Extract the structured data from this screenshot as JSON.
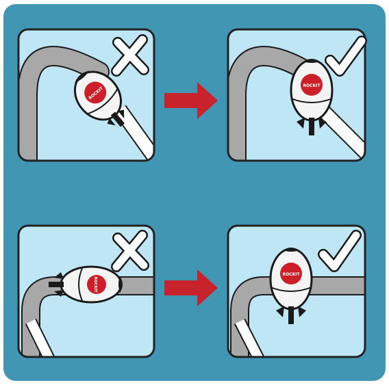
{
  "colors": {
    "frame": "#4196b4",
    "panel_bg": "#bfe6f4",
    "panel_border": "#222222",
    "handle": "#a8a8a8",
    "arrow": "#c8232c",
    "device_body": "#f4f4f4",
    "device_badge": "#cc1f2a",
    "mark_fill": "#ffffff",
    "outline": "#1a1a1a"
  },
  "brand_label": "ROCKIT",
  "panels": [
    {
      "id": "top-left",
      "verdict": "wrong",
      "mark_icon": "cross-mark-icon",
      "mount": "angled"
    },
    {
      "id": "top-right",
      "verdict": "correct",
      "mark_icon": "check-mark-icon",
      "mount": "upright"
    },
    {
      "id": "bottom-left",
      "verdict": "wrong",
      "mark_icon": "cross-mark-icon",
      "mount": "sideways"
    },
    {
      "id": "bottom-right",
      "verdict": "correct",
      "mark_icon": "check-mark-icon",
      "mount": "upright"
    }
  ],
  "arrows": [
    {
      "from": "top-left",
      "to": "top-right",
      "icon": "right-arrow-icon"
    },
    {
      "from": "bottom-left",
      "to": "bottom-right",
      "icon": "right-arrow-icon"
    }
  ]
}
